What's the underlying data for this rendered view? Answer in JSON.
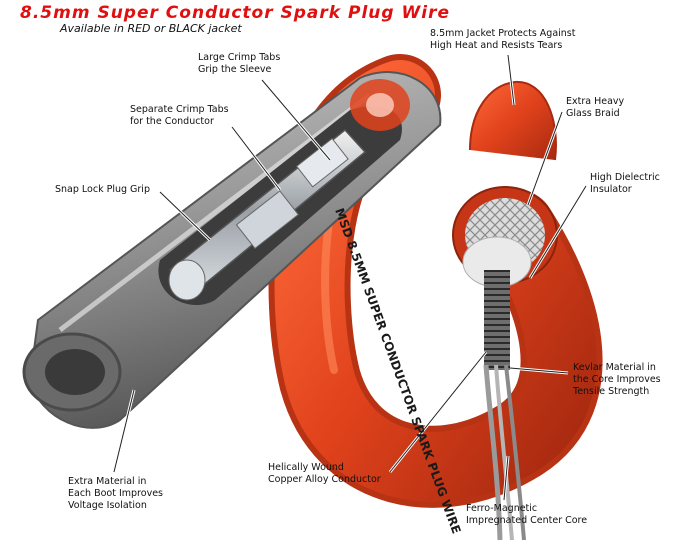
{
  "title": "8.5mm Super Conductor Spark Plug Wire",
  "subtitle": "Available in RED or BLACK jacket",
  "cable_print": "MSD 8.5MM SUPER CONDUCTOR SPARK PLUG WIRE",
  "colors": {
    "title": "#e01010",
    "jacket": "#e0421c",
    "boot": "#8c8c8c",
    "text": "#111111"
  },
  "callouts": {
    "large_crimp": "Large Crimp Tabs\nGrip the Sleeve",
    "separate_crimp": "Separate Crimp Tabs\nfor the Conductor",
    "snap_lock": "Snap Lock Plug Grip",
    "extra_material": "Extra Material in\nEach Boot Improves\nVoltage Isolation",
    "jacket": "8.5mm Jacket Protects Against\nHigh Heat and Resists Tears",
    "glass_braid": "Extra Heavy\nGlass Braid",
    "dielectric": "High Dielectric\nInsulator",
    "kevlar": "Kevlar Material in\nthe Core Improves\nTensile Strength",
    "helical": "Helically Wound\nCopper Alloy Conductor",
    "ferro": "Ferro-Magnetic\nImpregnated Center Core"
  }
}
